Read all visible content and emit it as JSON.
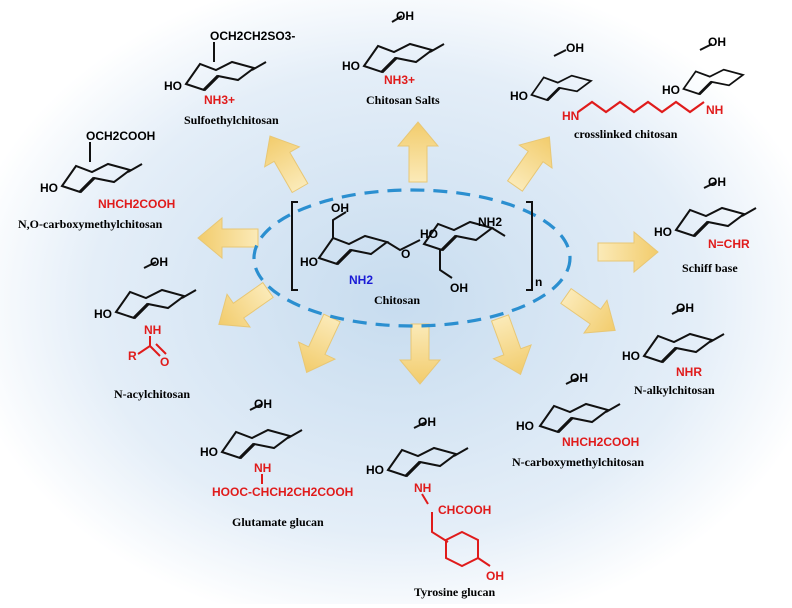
{
  "center": {
    "label": "Chitosan",
    "n": "n",
    "groups": {
      "ho": "HO",
      "oh": "OH",
      "nh2": "NH2",
      "o": "O"
    }
  },
  "derivatives": {
    "sulfoethyl": {
      "label": "Sulfoethylchitosan",
      "substituent": "OCH2CH2SO3-",
      "amine": "NH3+"
    },
    "salts": {
      "label": "Chitosan Salts",
      "amine": "NH3+"
    },
    "crosslinked": {
      "label": "crosslinked chitosan",
      "amine_left": "HN",
      "amine_right": "NH"
    },
    "carboxymethyl_no": {
      "label": "N,O-carboxymethylchitosan",
      "substituent": "OCH2COOH",
      "amine": "NHCH2COOH"
    },
    "schiff": {
      "label": "Schiff base",
      "amine": "N=CHR"
    },
    "acyl": {
      "label": "N-acylchitosan",
      "amine": "NH",
      "r": "R",
      "o": "O"
    },
    "alkyl": {
      "label": "N-alkylchitosan",
      "amine": "NHR"
    },
    "carboxymethyl_n": {
      "label": "N-carboxymethylchitosan",
      "amine": "NHCH2COOH"
    },
    "glutamate": {
      "label": "Glutamate glucan",
      "amine": "NH",
      "chain": "HOOC-CHCH2CH2COOH"
    },
    "tyrosine": {
      "label": "Tyrosine glucan",
      "amine": "NH",
      "chain": "CHCOOH",
      "phenol": "OH"
    }
  },
  "colors": {
    "arrow": "#f3d27e",
    "ellipse": "#2b8fd0",
    "modified": "#e01b1b",
    "amino": "#1a1ad6",
    "text": "#111111"
  }
}
